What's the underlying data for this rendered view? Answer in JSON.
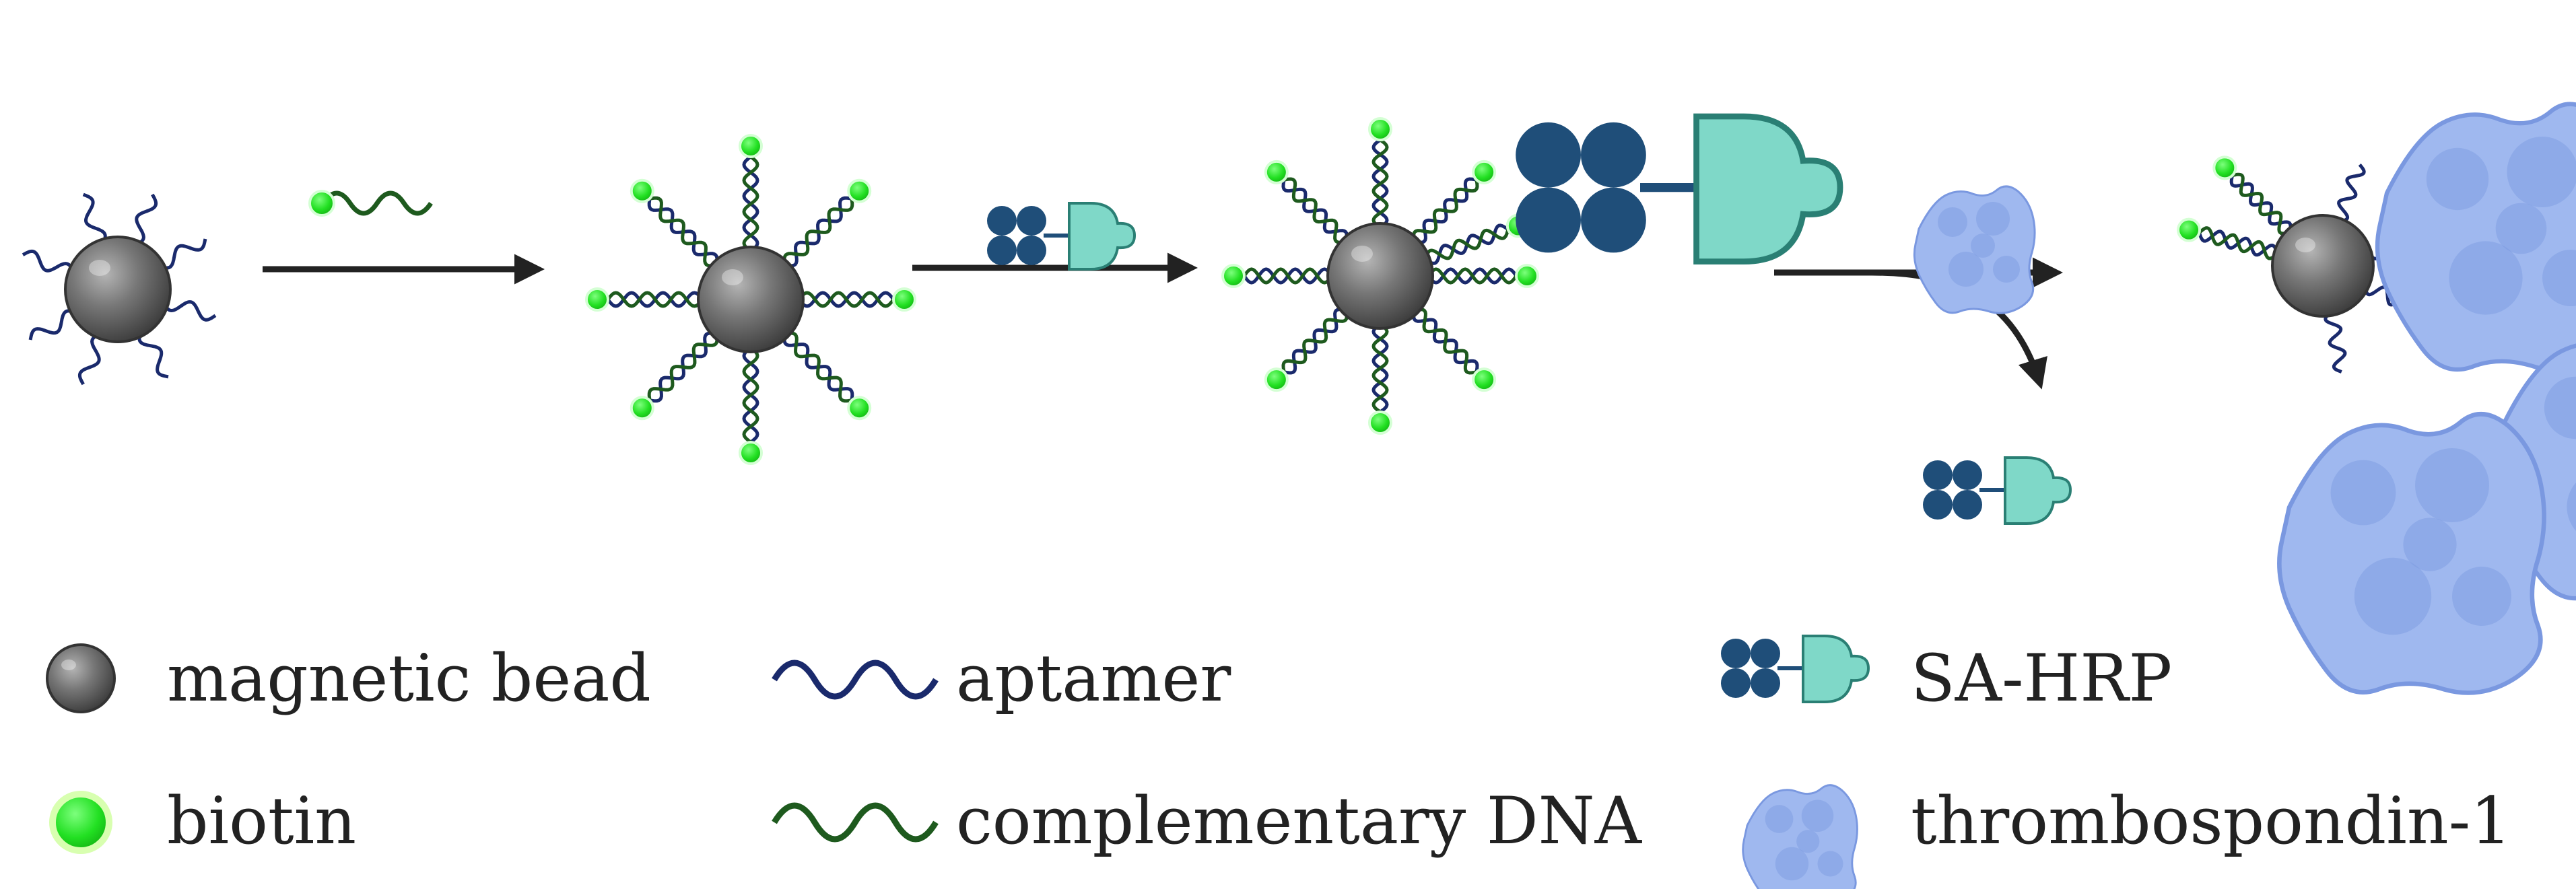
{
  "colors": {
    "bead": "#6f6f6f",
    "bead_dark": "#3f3f3f",
    "aptamer": "#1a2a6c",
    "complementary_dna": "#1e5a1e",
    "biotin": "#22e022",
    "sa": "#1f4e79",
    "hrp": "#7fd8c8",
    "hrp_stroke": "#2a7f74",
    "protein": "#9fb8ef",
    "protein_dark": "#7a98e0",
    "arrow": "#222222"
  },
  "legend": {
    "magnetic_bead": "magnetic bead",
    "biotin": "biotin",
    "aptamer": "aptamer",
    "complementary_dna": "complementary DNA",
    "sa_hrp": "SA-HRP",
    "thrombospondin": "thrombospondin-1"
  }
}
